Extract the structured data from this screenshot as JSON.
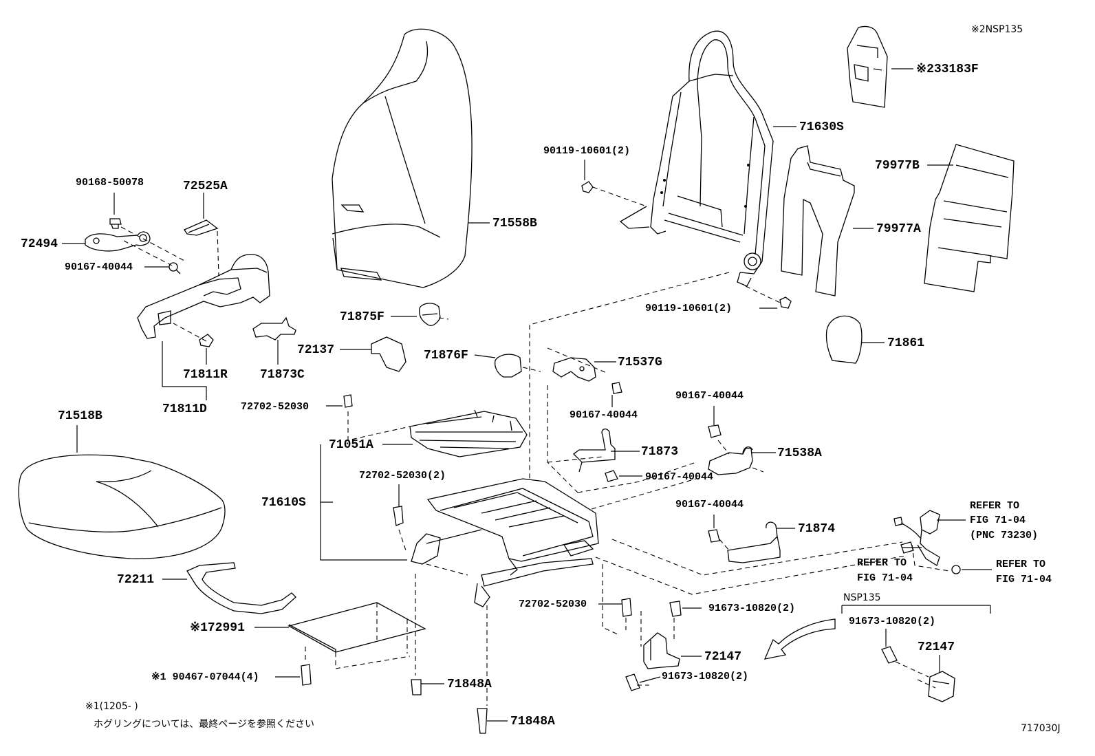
{
  "diagram": {
    "code": "717030J",
    "top_note": "※2NSP135",
    "footnote_1": "※1(1205-    )",
    "footnote_2": "ホグリングについては、最終ページを参照ください",
    "nsp_box": "NSP135",
    "parts": {
      "p33183F": "※233183F",
      "p71630S": "71630S",
      "p79977B": "79977B",
      "p79977A": "79977A",
      "p90119_a": "90119-10601(2)",
      "p90119_b": "90119-10601(2)",
      "p71861": "71861",
      "p90168": "90168-50078",
      "p72525A": "72525A",
      "p72494": "72494",
      "p90167_a": "90167-40044",
      "p71558B": "71558B",
      "p71875F": "71875F",
      "p72137": "72137",
      "p71876F": "71876F",
      "p71537G": "71537G",
      "p71811R": "71811R",
      "p71873C": "71873C",
      "p71811D": "71811D",
      "p90167_b": "90167-40044",
      "p72702_a": "72702-52030",
      "p90167_c": "90167-40044",
      "p71518B": "71518B",
      "p71051A": "71051A",
      "p71873": "71873",
      "p71538A": "71538A",
      "p72702_b": "72702-52030(2)",
      "p90167_d": "90167-40044",
      "p71610S": "71610S",
      "p90167_e": "90167-40044",
      "p71874": "71874",
      "p72211": "72211",
      "p72702_c": "72702-52030",
      "p91673_a": "91673-10820(2)",
      "p72991": "※172991",
      "p72147_a": "72147",
      "p91673_b": "91673-10820(2)",
      "p91673_c": "91673-10820(2)",
      "p72147_b": "72147",
      "p90467": "※1 90467-07044(4)",
      "p71848A_a": "71848A",
      "p71848A_b": "71848A"
    },
    "refs": {
      "r1_a": "REFER TO",
      "r1_b": "FIG 71-04",
      "r1_c": "(PNC 73230)",
      "r2_a": "REFER TO",
      "r2_b": "FIG 71-04",
      "r3_a": "REFER TO",
      "r3_b": "FIG 71-04"
    }
  }
}
